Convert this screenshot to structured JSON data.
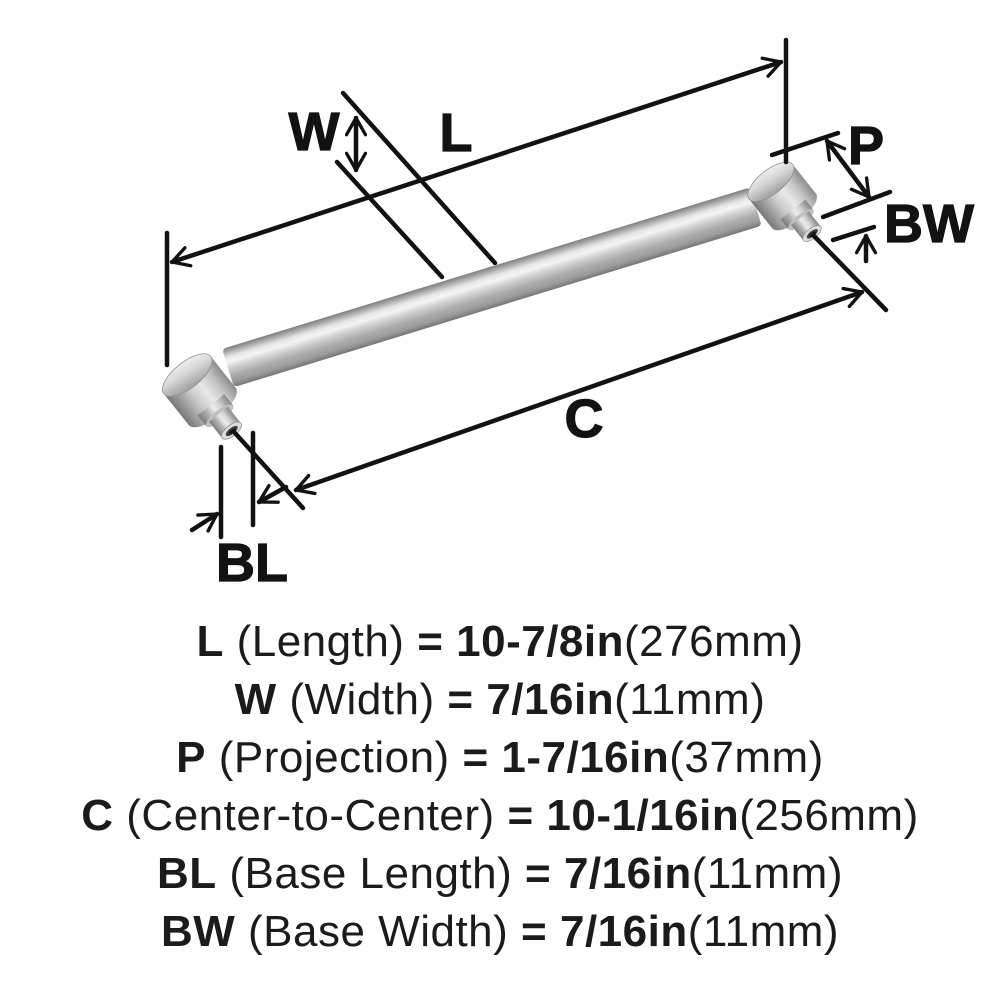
{
  "diagram": {
    "labels": {
      "width": "W",
      "length": "L",
      "projection": "P",
      "base_width": "BW",
      "center_to_center": "C",
      "base_length": "BL"
    },
    "colors": {
      "line": "#121212",
      "metal_highlight": "#f4f4f4",
      "metal_mid": "#c0c0c0",
      "metal_shadow": "#7a7a7a",
      "background": "#ffffff"
    }
  },
  "specs": {
    "equals": "=",
    "lines": [
      {
        "abbr": "L",
        "name": "(Length)",
        "value": "10-7/8in",
        "metric": "(276mm)"
      },
      {
        "abbr": "W",
        "name": "(Width)",
        "value": "7/16in",
        "metric": "(11mm)"
      },
      {
        "abbr": "P",
        "name": "(Projection)",
        "value": "1-7/16in",
        "metric": "(37mm)"
      },
      {
        "abbr": "C",
        "name": "(Center-to-Center)",
        "value": "10-1/16in",
        "metric": "(256mm)"
      },
      {
        "abbr": "BL",
        "name": "(Base Length)",
        "value": "7/16in",
        "metric": "(11mm)"
      },
      {
        "abbr": "BW",
        "name": "(Base Width)",
        "value": "7/16in",
        "metric": "(11mm)"
      }
    ]
  }
}
